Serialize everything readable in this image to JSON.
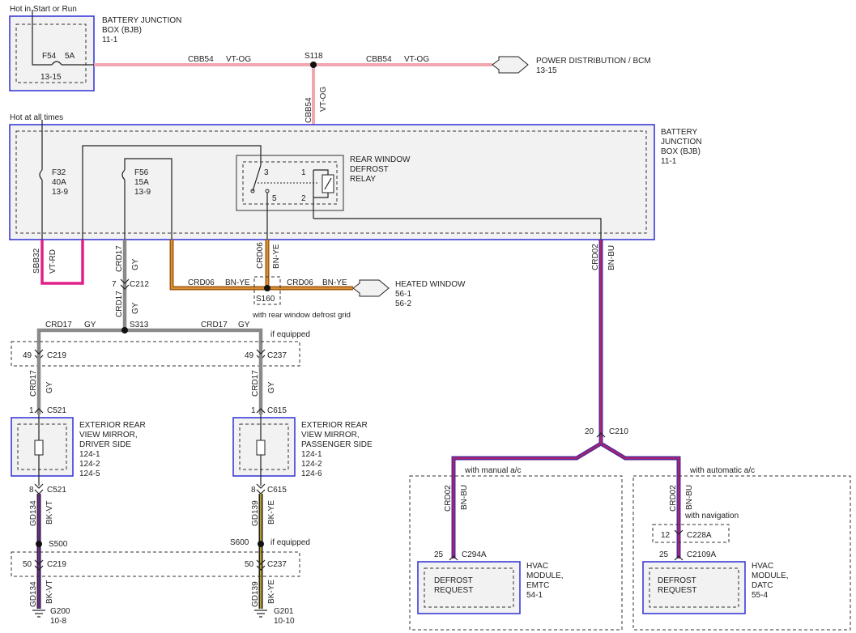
{
  "colors": {
    "vt_og": "#f2a7b0",
    "vt_rd": "#e0208a",
    "gy": "#8a8a8a",
    "bn_ye": "#a05a10",
    "bn_ye_stripe": "#e8a040",
    "bn_bu": "#5a2a9a",
    "bn_bu_stripe": "#c02060",
    "bk_vt": "#3a1a4a",
    "bk_ye": "#222222",
    "module_border": "#3b3bd8"
  },
  "top": {
    "hot_label": "Hot in Start or Run",
    "bjb_label": [
      "BATTERY JUNCTION",
      "BOX (BJB)",
      "11-1"
    ],
    "fuse": "F54",
    "fuse_rating": "5A",
    "fuse_ref": "13-15",
    "wire_left_code": "CBB54",
    "wire_left_color": "VT-OG",
    "splice": "S118",
    "wire_right_code": "CBB54",
    "wire_right_color": "VT-OG",
    "destination": "POWER DISTRIBUTION / BCM",
    "destination_ref": "13-15",
    "vert_code": "CBB54",
    "vert_color": "VT-OG"
  },
  "bjb2": {
    "hot_label": "Hot at all times",
    "label": [
      "BATTERY",
      "JUNCTION",
      "BOX (BJB)",
      "11-1"
    ],
    "f32": [
      "F32",
      "40A",
      "13-9"
    ],
    "f56": [
      "F56",
      "15A",
      "13-9"
    ],
    "relay_label": [
      "REAR WINDOW",
      "DEFROST",
      "RELAY"
    ],
    "relay_pins": [
      "3",
      "1",
      "5",
      "2"
    ]
  },
  "wires": {
    "sbb32": "SBB32",
    "vt_rd": "VT-RD",
    "crd17": "CRD17",
    "gy": "GY",
    "crd06": "CRD06",
    "bn_ye": "BN-YE",
    "crd02": "CRD02",
    "bn_bu": "BN-BU",
    "gd134": "GD134",
    "bk_vt": "BK-VT",
    "gd139": "GD139",
    "bk_ye": "BK-YE"
  },
  "connectors": {
    "c212_pin": "7",
    "c212": "C212",
    "s313": "S313",
    "if_equipped": "if equipped",
    "c219_top_pin": "49",
    "c219": "C219",
    "c237_top_pin": "49",
    "c237": "C237",
    "c521_top_pin": "1",
    "c521": "C521",
    "c615_top_pin": "1",
    "c615": "C615",
    "c521_bot_pin": "8",
    "c615_bot_pin": "8",
    "s500": "S500",
    "s600": "S600",
    "c219_bot_pin": "50",
    "c237_bot_pin": "50",
    "g200": "G200",
    "g200_ref": "10-8",
    "g201": "G201",
    "g201_ref": "10-10",
    "s160": "S160",
    "s160_note": "with rear window defrost grid",
    "c210_pin": "20",
    "c210": "C210",
    "c294a_pin": "25",
    "c294a": "C294A",
    "c228a_pin": "12",
    "c228a": "C228A",
    "c2109a_pin": "25",
    "c2109a": "C2109A"
  },
  "heated_window": {
    "label": "HEATED WINDOW",
    "refs": [
      "56-1",
      "56-2"
    ]
  },
  "mirror_driver": [
    "EXTERIOR REAR",
    "VIEW MIRROR,",
    "DRIVER SIDE",
    "124-1",
    "124-2",
    "124-5"
  ],
  "mirror_pass": [
    "EXTERIOR REAR",
    "VIEW MIRROR,",
    "PASSENGER SIDE",
    "124-1",
    "124-2",
    "124-6"
  ],
  "hvac_manual": {
    "condition": "with manual a/c",
    "inner": [
      "DEFROST",
      "REQUEST"
    ],
    "label": [
      "HVAC",
      "MODULE,",
      "EMTC",
      "54-1"
    ]
  },
  "hvac_auto": {
    "condition": "with automatic a/c",
    "nav": "with navigation",
    "inner": [
      "DEFROST",
      "REQUEST"
    ],
    "label": [
      "HVAC",
      "MODULE,",
      "DATC",
      "55-4"
    ]
  }
}
